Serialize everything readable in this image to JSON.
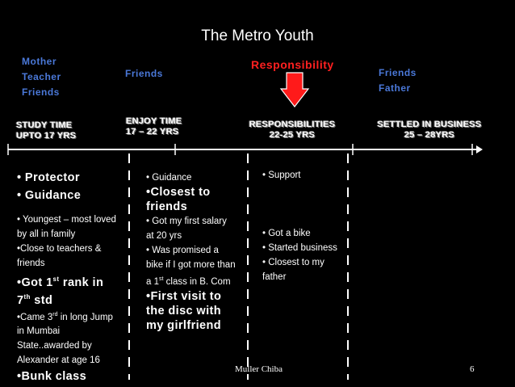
{
  "slide": {
    "title": "The Metro Youth",
    "footer_author": "Muller Chiba",
    "page_number": "6"
  },
  "influences": {
    "col1": [
      "Mother",
      "Teacher",
      "Friends"
    ],
    "col2": [
      "Friends"
    ],
    "col3": [
      "Responsibility"
    ],
    "col4": [
      "Friends",
      "Father"
    ]
  },
  "stages": [
    {
      "line1": "STUDY TIME",
      "line2": "UPTO 17 YRS"
    },
    {
      "line1": "ENJOY TIME",
      "line2": "17 – 22 YRS"
    },
    {
      "line1": "RESPONSIBILITIES",
      "line2": "22-25 YRS"
    },
    {
      "line1": "SETTLED IN BUSINESS",
      "line2": "25 – 28YRS"
    }
  ],
  "columns": {
    "c1": {
      "b1": "• Protector",
      "b2": "• Guidance",
      "b3": "• Youngest – most loved by all in family",
      "b4": "•Close to teachers & friends",
      "b5_pre": "•Got 1",
      "b5_sup": "st",
      "b5_post": " rank in 7",
      "b5_sup2": "th",
      "b5_end": " std",
      "b6_pre": "•Came 3",
      "b6_sup": "rd",
      "b6_post": " in long Jump in Mumbai State..awarded by Alexander at age 16",
      "b7": "•Bunk class"
    },
    "c2": {
      "b1": "• Guidance",
      "b2": "•Closest to friends",
      "b3": "• Got my first salary at 20 yrs",
      "b4_pre": "• Was promised a bike if I got more than a 1",
      "b4_sup": "st",
      "b4_post": " class in B. Com",
      "b5": "•First visit to the disc with my  girlfriend"
    },
    "c3": {
      "b1": "• Support",
      "b2": "• Got a bike",
      "b3": "• Started business",
      "b4": "• Closest to my father"
    }
  },
  "colors": {
    "background": "#000000",
    "influence_text": "#4a78d8",
    "responsibility": "#ff2020",
    "arrow_fill": "#ff1a1a",
    "timeline": "#ffffff"
  }
}
